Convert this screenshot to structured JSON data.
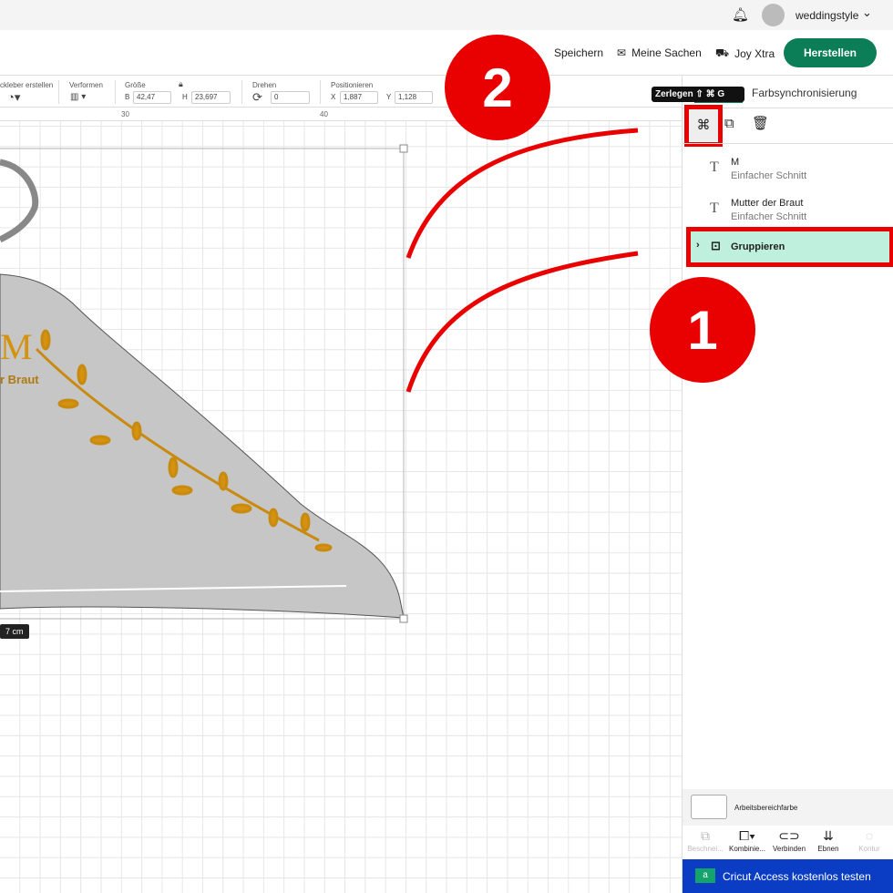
{
  "topbar": {
    "username": "weddingstyle"
  },
  "header": {
    "save": "Speichern",
    "my_stuff": "Meine Sachen",
    "joy": "Joy Xtra",
    "make": "Herstellen"
  },
  "toolbar": {
    "sticker": "ckleber erstellen",
    "warp": "Verformen",
    "size": "Größe",
    "w_label": "B",
    "w": "42,47",
    "h_label": "H",
    "h": "23,697",
    "rotate": "Drehen",
    "rotate_val": "0",
    "position": "Positionieren",
    "x_label": "X",
    "x": "1,887",
    "y_label": "Y",
    "y": "1,128"
  },
  "ruler": {
    "t30": "30",
    "t40": "40"
  },
  "canvas": {
    "size_label": "7 cm",
    "text_m": "M",
    "text_braut": "r Braut"
  },
  "panel": {
    "tab_colorsync": "Farbsynchronisierung",
    "tooltip": "Zerlegen ⇧ ⌘ G",
    "layers": [
      {
        "name": "M",
        "sub": "Einfacher Schnitt"
      },
      {
        "name": "Mutter der Braut",
        "sub": "Einfacher Schnitt"
      },
      {
        "name": "Gruppieren"
      }
    ],
    "canvas_color": "Arbeitsbereichfarbe",
    "tools": [
      "Beschnei...",
      "Kombinie...",
      "Verbinden",
      "Ebnen",
      "Kontur"
    ],
    "access": "Cricut Access kostenlos testen"
  },
  "annotations": {
    "one": "1",
    "two": "2"
  },
  "colors": {
    "accent": "#0b7d57",
    "highlight": "#e90000",
    "gold": "#d4920f",
    "access": "#0a3dc4"
  }
}
